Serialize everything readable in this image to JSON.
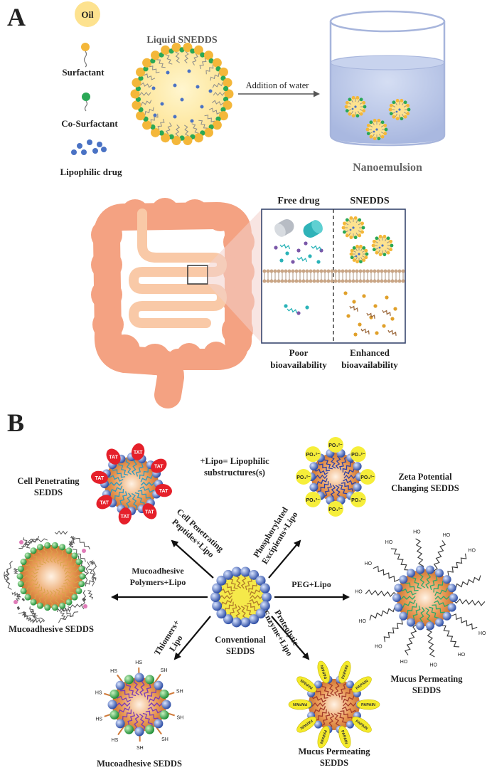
{
  "panel_a": {
    "label": "A",
    "legend": {
      "oil": "Oil",
      "surfactant": "Surfactant",
      "cosurfactant": "Co-Surfactant",
      "drug": "Lipophilic drug"
    },
    "liquid_title": "Liquid SNEDDS",
    "arrow_label": "Addition of water",
    "nano_label": "Nanoemulsion",
    "col_free": "Free drug",
    "col_snedds": "SNEDDS",
    "poor_1": "Poor",
    "poor_2": "bioavailability",
    "enh_1": "Enhanced",
    "enh_2": "bioavailability"
  },
  "panel_b": {
    "label": "B",
    "center_1": "Conventional",
    "center_2": "SEDDS",
    "lipo_note_1": "+Lipo= Lipophilic",
    "lipo_note_2": "substructures(s)",
    "cell_1": "Cell Penetrating",
    "cell_2": "SEDDS",
    "zeta_1": "Zeta Potential",
    "zeta_2": "Changing SEDDS",
    "muco_left": "Mucoadhesive SEDDS",
    "muco_bottom": "Mucoadhesive SEDDS",
    "mucus_right_1": "Mucus Permeating",
    "mucus_right_2": "SEDDS",
    "mucus_bottom_1": "Mucus Permeating",
    "mucus_bottom_2": "SEDDS",
    "arr_cell_1": "Cell Penetrating",
    "arr_cell_2": "Peptides+Lipo",
    "arr_phos_1": "Phosphorylated",
    "arr_phos_2": "Excipients+Lipo",
    "arr_muco_1": "Mucoadhesive",
    "arr_muco_2": "Polymers+Lipo",
    "arr_peg": "PEG+Lipo",
    "arr_thio_1": "Thiomers+",
    "arr_thio_2": "Lipo",
    "arr_prot_1": "Proteolytic",
    "arr_prot_2": "Enzyme+Lipo",
    "tat": "TAT",
    "po4": "PO₄²⁻",
    "oh": "HO",
    "sh": "SH",
    "hs": "HS",
    "papain": "PAPAIN"
  },
  "colors": {
    "oil": "#fde28f",
    "surfactant": "#f4b73a",
    "cosurfactant": "#2aa856",
    "drug": "#4a72c4",
    "gut": "#f4a282",
    "gut_light": "#f9c9a7",
    "water": "#b9c6e8",
    "bead": "#3d5fb6",
    "tat": "#e5202a",
    "po4": "#f6ee3a",
    "papain": "#f4ea2a"
  }
}
